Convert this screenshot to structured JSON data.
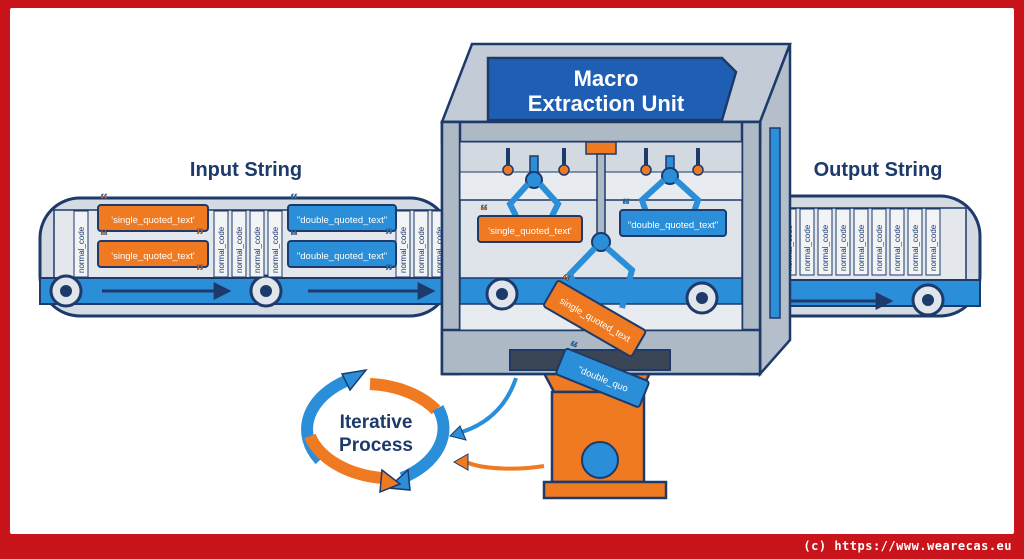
{
  "labels": {
    "input": "Input String",
    "output": "Output String",
    "unit_line1": "Macro",
    "unit_line2": "Extraction Unit",
    "iter_line1": "Iterative",
    "iter_line2": "Process"
  },
  "tokens": {
    "normal": "normal_code",
    "single": "'single_quoted_text'",
    "double": "\"double_quoted_text\"",
    "single_short": "single_quoted_text",
    "double_short": "\"double_quo"
  },
  "colors": {
    "orange": "#f07a22",
    "blue": "#2a8fd8",
    "navy": "#1d3a6b",
    "unit_blue": "#1f5fb3",
    "belt": "#c9d0d8",
    "border": "#c8141a"
  },
  "footer": {
    "copyright": "(c) https://www.wearecas.eu"
  }
}
